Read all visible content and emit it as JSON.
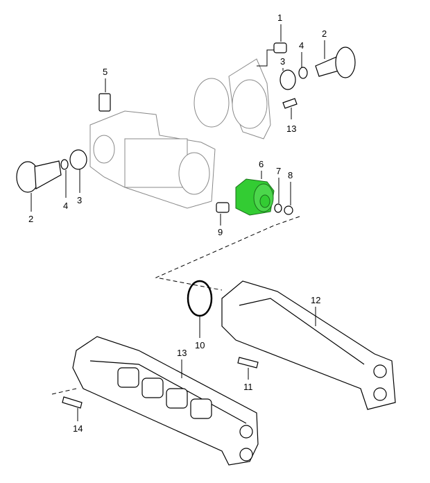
{
  "diagram": {
    "highlight_color": "#33cc33",
    "callouts": [
      {
        "id": "c1",
        "label": "1"
      },
      {
        "id": "c2a",
        "label": "2"
      },
      {
        "id": "c4a",
        "label": "4"
      },
      {
        "id": "c3a",
        "label": "3"
      },
      {
        "id": "c5",
        "label": "5"
      },
      {
        "id": "c13a",
        "label": "13"
      },
      {
        "id": "c6",
        "label": "6"
      },
      {
        "id": "c7",
        "label": "7"
      },
      {
        "id": "c8",
        "label": "8"
      },
      {
        "id": "c2b",
        "label": "2"
      },
      {
        "id": "c4b",
        "label": "4"
      },
      {
        "id": "c3b",
        "label": "3"
      },
      {
        "id": "c9",
        "label": "9"
      },
      {
        "id": "c12",
        "label": "12"
      },
      {
        "id": "c10",
        "label": "10"
      },
      {
        "id": "c13b",
        "label": "13"
      },
      {
        "id": "c11",
        "label": "11"
      },
      {
        "id": "c14",
        "label": "14"
      }
    ]
  }
}
